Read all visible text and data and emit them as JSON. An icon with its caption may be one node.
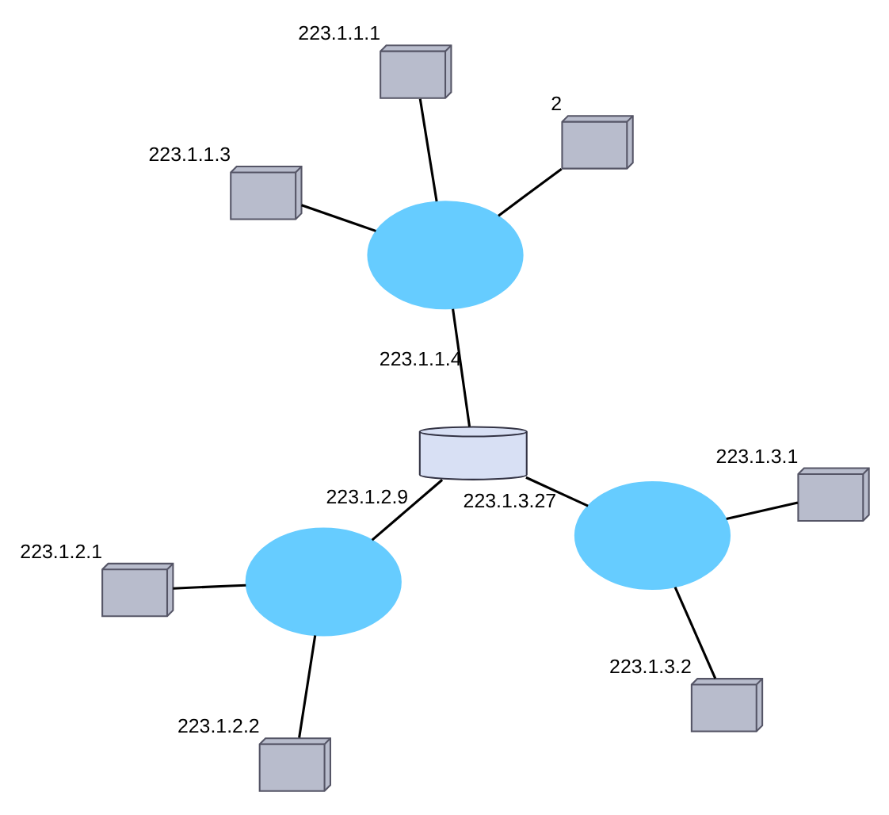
{
  "diagram": {
    "nodes": [
      {
        "text": [],
        "shape": "computer",
        "beside": [
          "223.1.1.1"
        ]
      },
      {
        "text": [],
        "shape": "computer",
        "beside": [
          "2"
        ]
      },
      {
        "text": [],
        "shape": "computer",
        "beside": [
          "223.1.1.3"
        ]
      },
      {
        "text": [],
        "shape": "cloud"
      },
      {
        "text": [],
        "shape": "router"
      },
      {
        "text": [],
        "shape": "computer",
        "beside": [
          "223.1.2.1"
        ]
      },
      {
        "text": [],
        "shape": "computer",
        "beside": [
          "223.1.2.2"
        ]
      },
      {
        "text": [],
        "shape": "cloud"
      },
      {
        "text": [],
        "shape": "cloud"
      },
      {
        "text": [],
        "shape": "computer",
        "beside": [
          "223.1.3.1"
        ]
      },
      {
        "text": [],
        "shape": "computer",
        "beside": [
          "223.1.3.2"
        ]
      }
    ],
    "edges": [
      {
        "from": 0,
        "to": 3,
        "arrow": "none"
      },
      {
        "from": 1,
        "to": 3,
        "arrow": "none"
      },
      {
        "from": 2,
        "to": 3,
        "arrow": "none"
      },
      {
        "from": 4,
        "to": 3,
        "arrow": "none",
        "label": "223.1.1.4"
      },
      {
        "from": 4,
        "to": 7,
        "arrow": "none",
        "label": "223.1.2.9"
      },
      {
        "from": 4,
        "to": 8,
        "arrow": "none",
        "label": "223.1.3.27"
      },
      {
        "from": 5,
        "to": 7,
        "arrow": "none"
      },
      {
        "from": 6,
        "to": 7,
        "arrow": "none"
      },
      {
        "from": 9,
        "to": 8,
        "arrow": "none"
      },
      {
        "from": 10,
        "to": 8,
        "arrow": "none"
      }
    ]
  }
}
